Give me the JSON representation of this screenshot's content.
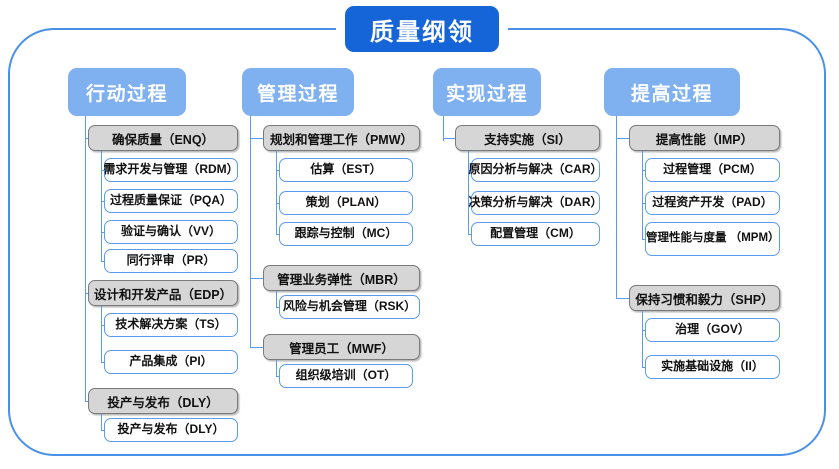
{
  "title": "质量纲领",
  "frame": {
    "accent": "#4a90e8",
    "title_bg": "#1565d8",
    "header_bg": "#7fb0f0",
    "group_bg": "#d6d6d6",
    "leaf_border": "#5b9bf0"
  },
  "columns": [
    {
      "header": "行动过程",
      "groups": [
        {
          "label": "确保质量（ENQ）",
          "children": [
            "需求开发与管理（RDM）",
            "过程质量保证（PQA）",
            "验证与确认（VV）",
            "同行评审（PR）"
          ]
        },
        {
          "label": "设计和开发产品（EDP）",
          "children": [
            "技术解决方案（TS）",
            "产品集成（PI）"
          ]
        },
        {
          "label": "投产与发布（DLY）",
          "children": [
            "投产与发布（DLY）"
          ]
        }
      ]
    },
    {
      "header": "管理过程",
      "groups": [
        {
          "label": "规划和管理工作（PMW）",
          "children": [
            "估算（EST）",
            "策划（PLAN）",
            "跟踪与控制（MC）"
          ]
        },
        {
          "label": "管理业务弹性（MBR）",
          "children": [
            "风险与机会管理（RSK）"
          ]
        },
        {
          "label": "管理员工（MWF）",
          "children": [
            "组织级培训（OT）"
          ]
        }
      ]
    },
    {
      "header": "实现过程",
      "groups": [
        {
          "label": "支持实施（SI）",
          "children": [
            "原因分析与解决（CAR）",
            "决策分析与解决（DAR）",
            "配置管理（CM）"
          ]
        }
      ]
    },
    {
      "header": "提高过程",
      "groups": [
        {
          "label": "提高性能（IMP）",
          "children": [
            "过程管理（PCM）",
            "过程资产开发（PAD）",
            "管理性能与度量\n（MPM）"
          ]
        },
        {
          "label": "保持习惯和毅力（SHP）",
          "children": [
            "治理（GOV）",
            "实施基础设施（II）"
          ]
        }
      ]
    }
  ]
}
